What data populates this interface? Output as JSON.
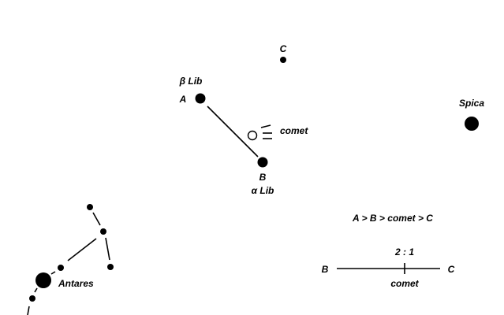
{
  "labels": {
    "c": "C",
    "a": "A",
    "beta_lib": "β Lib",
    "b": "B",
    "alpha_lib": "α Lib",
    "comet": "comet",
    "spica": "Spica",
    "antares": "Antares",
    "order": "A > B > comet > C",
    "ratio": "2 : 1",
    "scale_b": "B",
    "scale_c": "C",
    "scale_comet": "comet"
  },
  "colors": {
    "ink": "#000000",
    "background": "#ffffff"
  }
}
